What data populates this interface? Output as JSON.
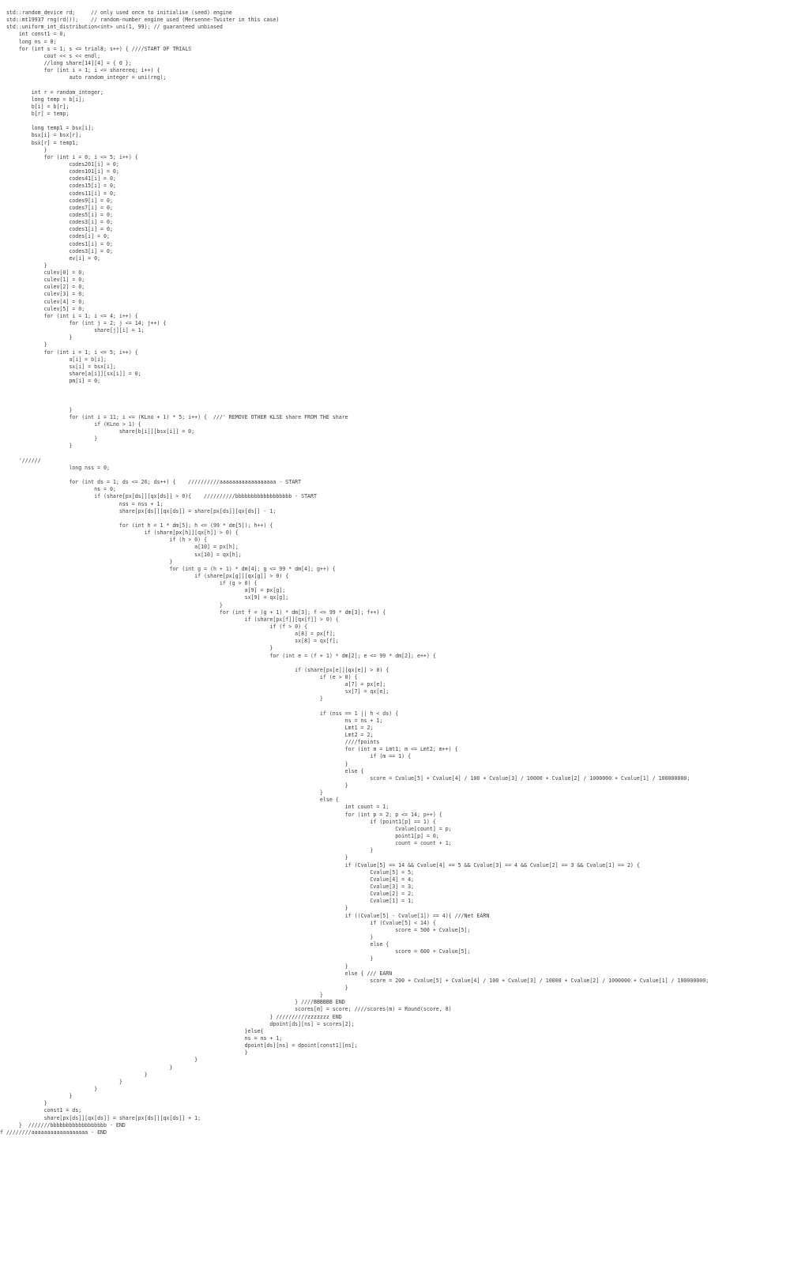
{
  "document": {
    "lines": [
      "  std::random_device rd;     // only used once to initialise (seed) engine",
      "  std::mt19937 rng(rd());    // random-number engine used (Mersenne-Twister in this case)",
      "  std::uniform_int_distribution<int> uni(1, 99); // guaranteed unbiased",
      "      int const1 = 0;",
      "      long ns = 0;",
      "      for (int s = 1; s <= trial8; s++) { ////START OF TRIALS",
      "              cout << s << endl;",
      "              //long share[14][4] = { 0 };",
      "              for (int i = 1; i <= sharereq; i++) {",
      "                      auto random_integer = uni(rng);",
      "",
      "          int r = random_integer;",
      "          long temp = b[i];",
      "          b[i] = b[r];",
      "          b[r] = temp;",
      "",
      "          long temp1 = bsx[i];",
      "          bsx[i] = bsx[r];",
      "          bsx[r] = temp1;",
      "              }",
      "              for (int i = 0; i <= 5; i++) {",
      "                      codes201[i] = 0;",
      "                      codes101[i] = 0;",
      "                      codes41[i] = 0;",
      "                      codes15[i] = 0;",
      "                      codes11[i] = 0;",
      "                      codes9[i] = 0;",
      "                      codes7[i] = 0;",
      "                      codes5[i] = 0;",
      "                      codes3[i] = 0;",
      "                      codes1[i] = 0;",
      "                      codes[i] = 0;",
      "                      codes1[i] = 0;",
      "                      codes3[i] = 0;",
      "                      ev[i] = 0;",
      "              }",
      "              culev[0] = 0;",
      "              culev[1] = 0;",
      "              culev[2] = 0;",
      "              culev[3] = 0;",
      "              culev[4] = 0;",
      "              culev[5] = 0;",
      "              for (int i = 1; i <= 4; i++) {",
      "                      for (int j = 2; j <= 14; j++) {",
      "                              share[j][i] = 1;",
      "                      }",
      "              }",
      "              for (int i = 1; i <= 5; i++) {",
      "                      a[i] = b[i];",
      "                      sx[i] = bsx[i];",
      "                      share[a[i]][sx[i]] = 0;",
      "                      pm[i] = 0;",
      "",
      "",
      "",
      "                      }",
      "                      for (int i = 11; i <= (KLno + 1) * 5; i++) {  ///' REMOVE OTHER KLSE share FROM THE share",
      "                              if (KLno > 1) {",
      "                                      share[b[i]][bsx[i]] = 0;",
      "                              }",
      "                      }",
      "",
      "      '//////",
      "                      long nss = 0;",
      "",
      "                      for (int ds = 1; ds <= 26; ds++) {    //////////aaaaaaaaaaaaaaaaaa - START",
      "                              ns = 0;",
      "                              if (share[px[ds]][qx[ds]] > 0){    //////////bbbbbbbbbbbbbbbbbb - START",
      "                                      nss = nss + 1;",
      "                                      share[px[ds]][qx[ds]] = share[px[ds]][qx[ds]] - 1;",
      "",
      "                                      for (int h = 1 * dm[5]; h <= (99 * dm[5]); h++) {",
      "                                              if (share[px[h]][qx[h]] > 0) {",
      "                                                      if (h > 0) {",
      "                                                              a[10] = px[h];",
      "                                                              sx[10] = qx[h];",
      "                                                      }",
      "                                                      for (int g = (h + 1) * dm[4]; g <= 99 * dm[4]; g++) {",
      "                                                              if (share[px[g]][qx[g]] > 0) {",
      "                                                                      if (g > 0) {",
      "                                                                              a[9] = px[g];",
      "                                                                              sx[9] = qx[g];",
      "                                                                      }",
      "                                                                      for (int f = (g + 1) * dm[3]; f <= 99 * dm[3]; f++) {",
      "                                                                              if (share[px[f]][qx[f]] > 0) {",
      "                                                                                      if (f > 0) {",
      "                                                                                              a[8] = px[f];",
      "                                                                                              sx[8] = qx[f];",
      "                                                                                      }",
      "                                                                                      for (int e = (f + 1) * dm[2]; e <= 99 * dm[2]; e++) {",
      "",
      "                                                                                              if (share[px[e]][qx[e]] > 0) {",
      "                                                                                                      if (e > 0) {",
      "                                                                                                              a[7] = px[e];",
      "                                                                                                              sx[7] = qx[e];",
      "                                                                                                      }",
      "",
      "                                                                                                      if (nss == 1 || h < ds) {",
      "                                                                                                              ns = ns + 1;",
      "                                                                                                              Lmt1 = 2;",
      "                                                                                                              Lmt2 = 2;",
      "                                                                                                              ////fpoints",
      "                                                                                                              for (int m = Lmt1; m <= Lmt2; m++) {",
      "                                                                                                                      if (m == 1) {",
      "                                                                                                              }",
      "                                                                                                              else {",
      "                                                                                                                      score = Cvalue[5] + Cvalue[4] / 100 + Cvalue[3] / 10000 + Cvalue[2] / 1000000 + Cvalue[1] / 100000000;",
      "                                                                                                              }",
      "                                                                                                      }",
      "                                                                                                      else {",
      "                                                                                                              int count = 1;",
      "                                                                                                              for (int p = 2; p <= 14; p++) {",
      "                                                                                                                      if (point1[p] == 1) {",
      "                                                                                                                              Cvalue[count] = p;",
      "                                                                                                                              point1[p] = 0;",
      "                                                                                                                              count = count + 1;",
      "                                                                                                                      }",
      "                                                                                                              }",
      "                                                                                                              if (Cvalue[5] == 14 && Cvalue[4] == 5 && Cvalue[3] == 4 && Cvalue[2] == 3 && Cvalue[1] == 2) {",
      "                                                                                                                      Cvalue[5] = 5;",
      "                                                                                                                      Cvalue[4] = 4;",
      "                                                                                                                      Cvalue[3] = 3;",
      "                                                                                                                      Cvalue[2] = 2;",
      "                                                                                                                      Cvalue[1] = 1;",
      "                                                                                                              }",
      "                                                                                                              if ((Cvalue[5] - Cvalue[1]) == 4){ ///Net EARN",
      "                                                                                                                      if (Cvalue[5] < 14) {",
      "                                                                                                                              score = 500 + Cvalue[5];",
      "                                                                                                                      }",
      "                                                                                                                      else {",
      "                                                                                                                              score = 600 + Cvalue[5];",
      "                                                                                                                      }",
      "                                                                                                              }",
      "                                                                                                              else { /// EARN",
      "                                                                                                                      score = 200 + Cvalue[5] + Cvalue[4] / 100 + Cvalue[3] / 10000 + Cvalue[2] / 1000000 + Cvalue[1] / 100000000;",
      "                                                                                                              }",
      "                                                                                                      }",
      "                                                                                              } ////BBBBBB END",
      "                                                                                              scores[m] = score; ////scores(m) = Round(score, 8)",
      "                                                                                      } //////////zzzzzzz END",
      "                                                                                      dpoint[ds][ns] = scores[2];",
      "                                                                              }else{",
      "                                                                              ns = ns + 1;",
      "                                                                              dpoint[ds][ns] = dpoint[const1][ns];",
      "                                                                              }",
      "                                                              }",
      "                                                      }",
      "                                              }",
      "                                      }",
      "                              }",
      "                      }",
      "              }",
      "              const1 = ds;",
      "              share[px[ds]][qx[ds]] = share[px[ds]][qx[ds]] + 1;",
      "      }  ///////bbbbbbbbbbbbbbbbbb - END",
      "f ////////aaaaaaaaaaaaaaaaaa - END"
    ]
  }
}
